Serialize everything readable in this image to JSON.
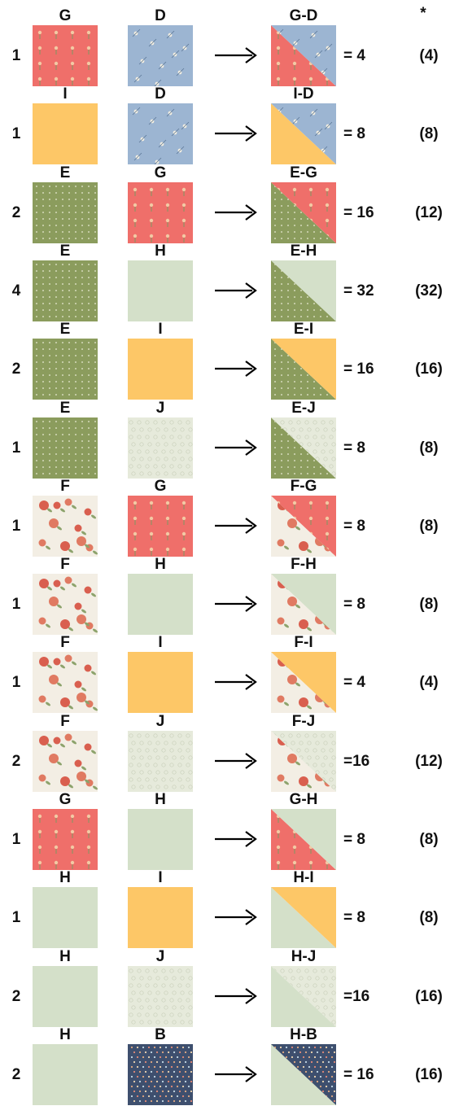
{
  "header": {
    "star": "*"
  },
  "colors": {
    "B": {
      "bg": "#3e4f6e",
      "fg": "#e3a983"
    },
    "D": {
      "bg": "#9cb5d2",
      "fg": "#f4efe2"
    },
    "E": {
      "bg": "#8b9c5d",
      "fg": "#e9ecd6"
    },
    "F": {
      "bg": "#f3eee4",
      "fg": "#d96b5a"
    },
    "G": {
      "bg": "#ef6f6a",
      "fg": "#f3c9a4"
    },
    "H": {
      "bg": "#d4e0c9",
      "fg": "#d4e0c9"
    },
    "I": {
      "bg": "#fdc767",
      "fg": "#fdc767"
    },
    "J": {
      "bg": "#e6eadb",
      "fg": "#c9d0ba"
    }
  },
  "rows": [
    {
      "count": "1",
      "a": "G",
      "b": "D",
      "result": "G-D",
      "equals": "= 4",
      "paren": "(4)"
    },
    {
      "count": "1",
      "a": "I",
      "b": "D",
      "result": "I-D",
      "equals": "= 8",
      "paren": "(8)"
    },
    {
      "count": "2",
      "a": "E",
      "b": "G",
      "result": "E-G",
      "equals": "= 16",
      "paren": "(12)"
    },
    {
      "count": "4",
      "a": "E",
      "b": "H",
      "result": "E-H",
      "equals": "= 32",
      "paren": "(32)"
    },
    {
      "count": "2",
      "a": "E",
      "b": "I",
      "result": "E-I",
      "equals": "= 16",
      "paren": "(16)"
    },
    {
      "count": "1",
      "a": "E",
      "b": "J",
      "result": "E-J",
      "equals": "= 8",
      "paren": "(8)"
    },
    {
      "count": "1",
      "a": "F",
      "b": "G",
      "result": "F-G",
      "equals": "= 8",
      "paren": "(8)"
    },
    {
      "count": "1",
      "a": "F",
      "b": "H",
      "result": "F-H",
      "equals": "= 8",
      "paren": "(8)"
    },
    {
      "count": "1",
      "a": "F",
      "b": "I",
      "result": "F-I",
      "equals": "= 4",
      "paren": "(4)"
    },
    {
      "count": "2",
      "a": "F",
      "b": "J",
      "result": "F-J",
      "equals": "=16",
      "paren": "(12)"
    },
    {
      "count": "1",
      "a": "G",
      "b": "H",
      "result": "G-H",
      "equals": "= 8",
      "paren": "(8)"
    },
    {
      "count": "1",
      "a": "H",
      "b": "I",
      "result": "H-I",
      "equals": "= 8",
      "paren": "(8)"
    },
    {
      "count": "2",
      "a": "H",
      "b": "J",
      "result": "H-J",
      "equals": "=16",
      "paren": "(16)"
    },
    {
      "count": "2",
      "a": "H",
      "b": "B",
      "result": "H-B",
      "equals": "= 16",
      "paren": "(16)"
    }
  ]
}
